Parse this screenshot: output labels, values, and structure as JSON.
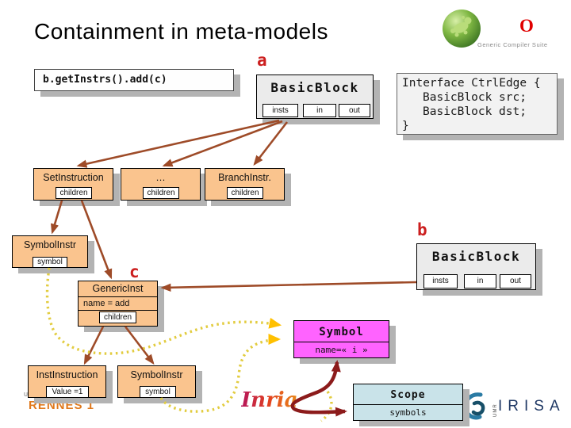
{
  "title": "Containment in meta-models",
  "code_box": {
    "text": "b.getInstrs().add(c)"
  },
  "interface_box": {
    "lines": [
      "Interface CtrlEdge {",
      "BasicBlock src;",
      "BasicBlock dst;",
      "}"
    ]
  },
  "instance_labels": {
    "a": "a",
    "b": "b",
    "c": "c"
  },
  "boxes": {
    "basicblock_a": {
      "title": "BasicBlock",
      "fields": [
        "insts",
        "in",
        "out"
      ]
    },
    "basicblock_b": {
      "title": "BasicBlock",
      "fields": [
        "insts",
        "in",
        "out"
      ]
    },
    "set_instruction": {
      "title": "SetInstruction",
      "fields": [
        "children"
      ]
    },
    "ellipsis": {
      "title": "…",
      "fields": [
        "children"
      ]
    },
    "branch_instr": {
      "title": "BranchInstr.",
      "fields": [
        "children"
      ]
    },
    "symbol_instr_upper": {
      "title": "SymbolInstr",
      "fields": [
        "symbol"
      ]
    },
    "generic_inst": {
      "title": "GenericInst",
      "attribute": "name = add",
      "fields": [
        "children"
      ]
    },
    "symbol": {
      "title": "Symbol",
      "attribute": "name=« i »"
    },
    "scope": {
      "title": "Scope",
      "fields": [
        "symbols"
      ]
    },
    "inst_instruction": {
      "title": "InstInstruction",
      "fields": [
        "Value =1"
      ]
    },
    "symbol_instr_lower": {
      "title": "SymbolInstr",
      "fields": [
        "symbol"
      ]
    }
  },
  "logos": {
    "gecos": {
      "letter": "O",
      "caption": "Generic Compiler Suite"
    },
    "rennes": {
      "line1": "UNIVERSITE DE",
      "line2": "RENNES 1"
    },
    "inria": {
      "text": "Inria"
    },
    "irisa": {
      "umr": "UMR",
      "text": "IRISA"
    }
  },
  "colors": {
    "arrow_brown": "#9E4B28",
    "arrow_yellow_dotted": "#E2CC3F",
    "arrow_yellow_head": "#FFC000",
    "arrow_dark_red": "#8C1B1B",
    "box_orange": "#FAC48E",
    "box_gray": "#EBEBEB",
    "box_magenta": "#FF63FF",
    "box_blue": "#C9E3E9",
    "instance_label_red": "#CC1F1F",
    "shadow_gray": "#B3B3B3"
  }
}
